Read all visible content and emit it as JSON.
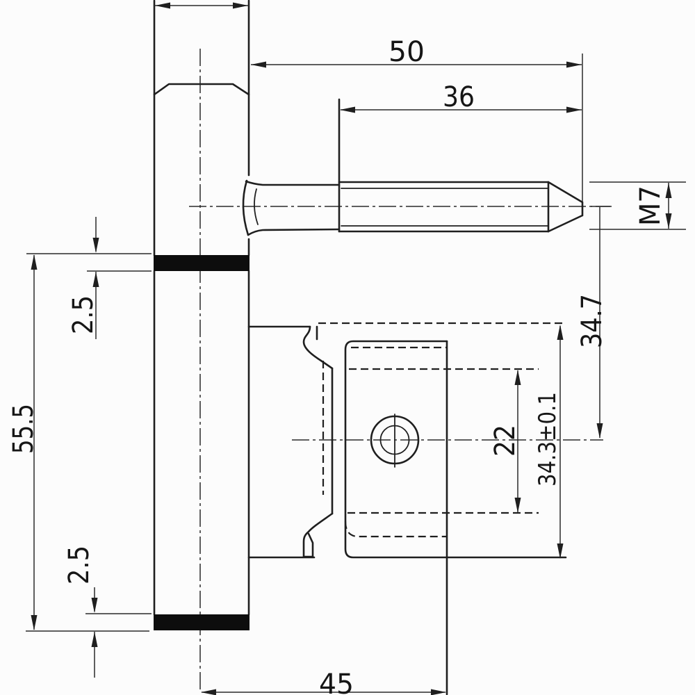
{
  "drawing": {
    "labels": {
      "d50": "50",
      "d36": "36",
      "m7": "M7",
      "d347": "34.7",
      "d343": "34.3±0.1",
      "d22": "22",
      "d555": "55.5",
      "d25_top": "2.5",
      "d25_bottom": "2.5",
      "d45": "45"
    }
  }
}
